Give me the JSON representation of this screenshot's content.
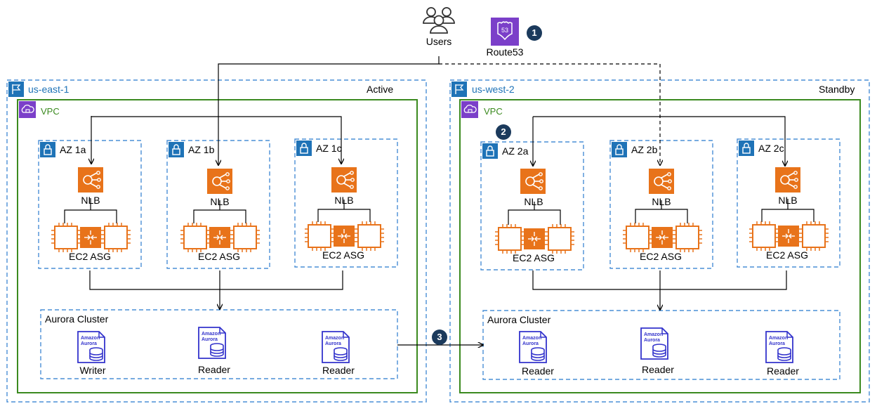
{
  "users": {
    "label": "Users"
  },
  "route53": {
    "label": "Route53",
    "step": "1"
  },
  "regions": [
    {
      "name": "us-east-1",
      "status": "Active",
      "vpc_label": "VPC",
      "azs": [
        "AZ 1a",
        "AZ 1b",
        "AZ 1c"
      ],
      "nlb_label": "NLB",
      "asg_label": "EC2 ASG",
      "cluster": {
        "label": "Aurora Cluster",
        "instances": [
          {
            "role": "Writer",
            "logo": "Amazon Aurora"
          },
          {
            "role": "Reader",
            "logo": "Amazon Aurora"
          },
          {
            "role": "Reader",
            "logo": "Amazon Aurora"
          }
        ]
      }
    },
    {
      "name": "us-west-2",
      "status": "Standby",
      "vpc_label": "VPC",
      "azs": [
        "AZ 2a",
        "AZ 2b",
        "AZ 2c"
      ],
      "nlb_label": "NLB",
      "asg_label": "EC2 ASG",
      "cluster": {
        "label": "Aurora Cluster",
        "instances": [
          {
            "role": "Reader",
            "logo": "Amazon Aurora"
          },
          {
            "role": "Reader",
            "logo": "Amazon Aurora"
          },
          {
            "role": "Reader",
            "logo": "Amazon Aurora"
          }
        ]
      }
    }
  ],
  "steps": {
    "standby_az": "2",
    "replication": "3"
  },
  "colors": {
    "region_border": "#1f73b7",
    "vpc_border": "#3b8a1f",
    "az_border": "#4a8fd6",
    "nlb_icon": "#e8731a",
    "ec2_icon": "#e8731a",
    "aurora_icon": "#3333cc",
    "route53_icon": "#7b3fc9",
    "vpc_icon": "#7b3fc9",
    "badge": "#1b3a5c"
  }
}
